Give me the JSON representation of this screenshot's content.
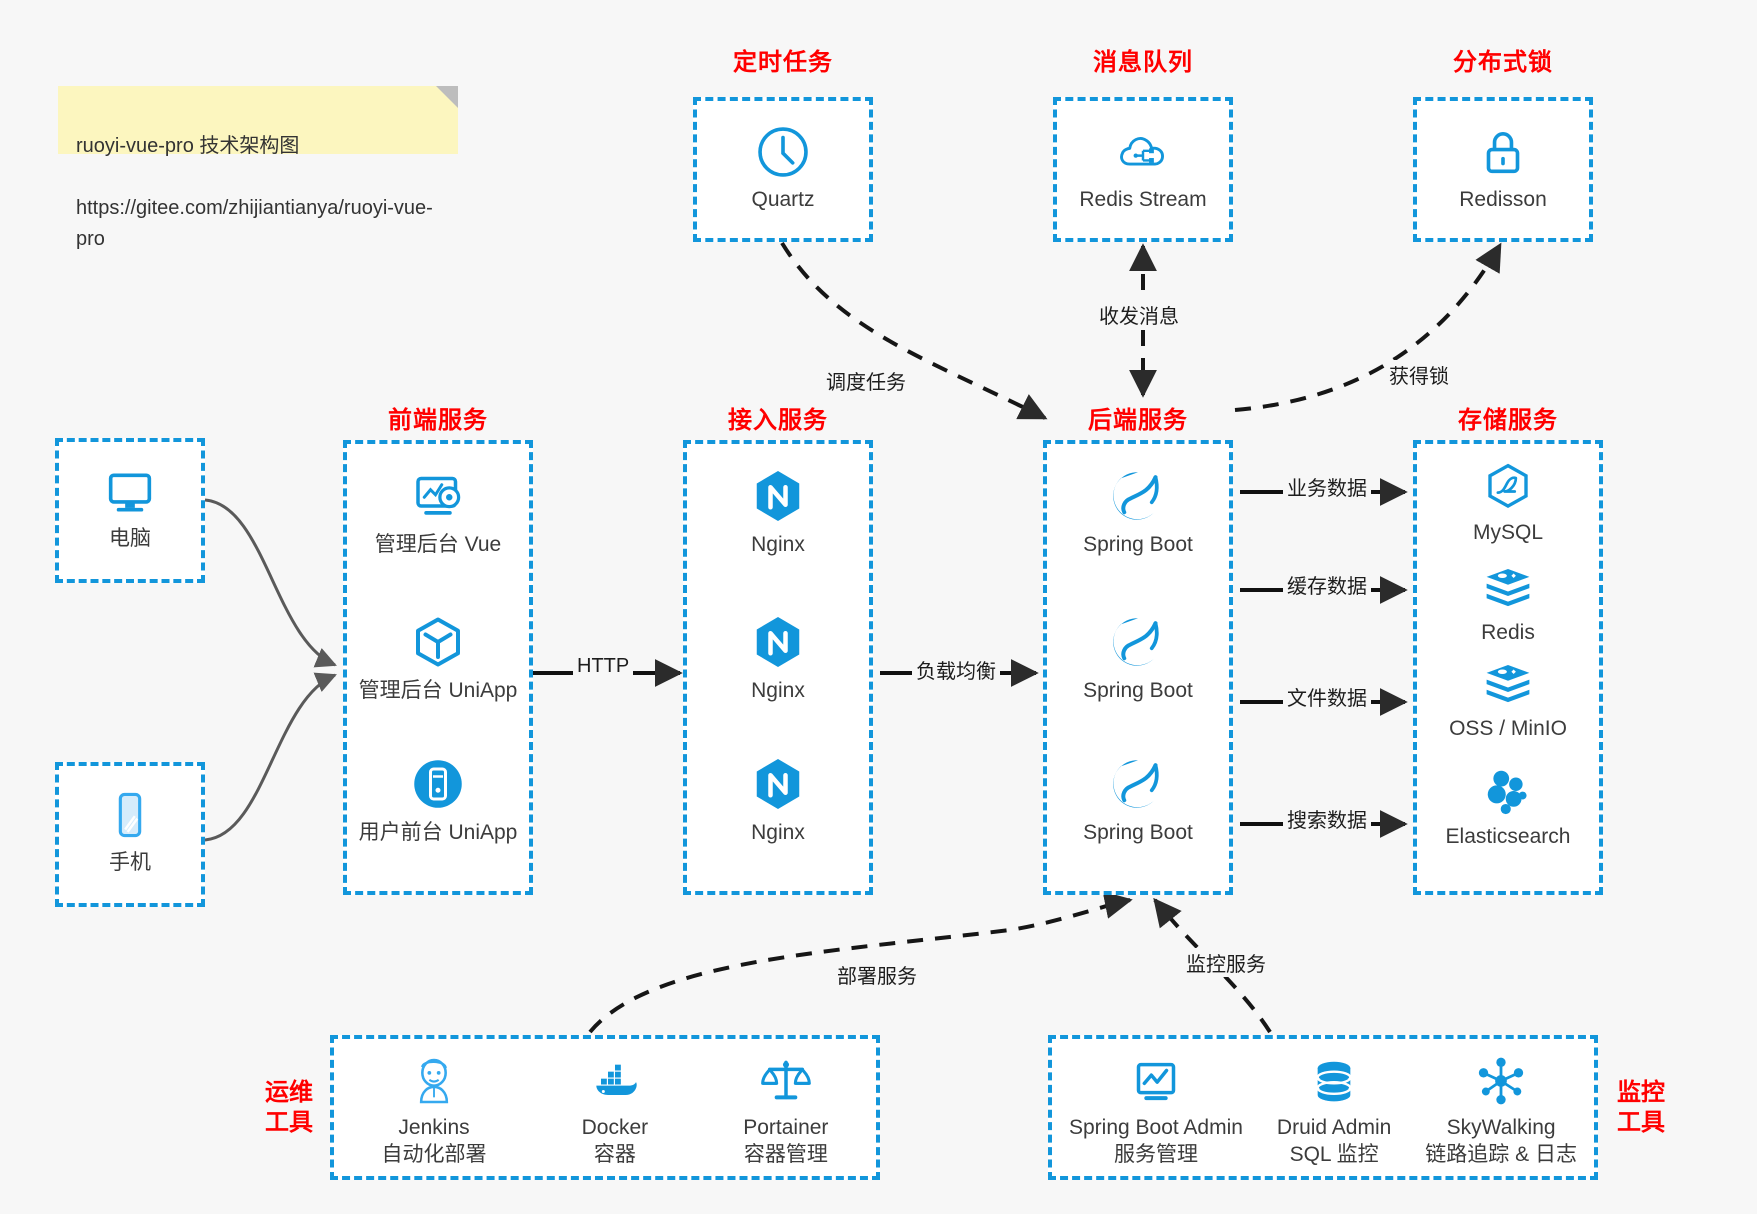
{
  "note": {
    "line1": "ruoyi-vue-pro 技术架构图",
    "line2": "https://gitee.com/zhijiantianya/ruoyi-vue-pro"
  },
  "groups": {
    "scheduled_task": {
      "title": "定时任务",
      "nodes": [
        {
          "label": "Quartz",
          "icon": "clock-icon"
        }
      ]
    },
    "message_queue": {
      "title": "消息队列",
      "nodes": [
        {
          "label": "Redis Stream",
          "icon": "cloud-stream-icon"
        }
      ]
    },
    "distributed_lock": {
      "title": "分布式锁",
      "nodes": [
        {
          "label": "Redisson",
          "icon": "lock-icon"
        }
      ]
    },
    "clients": {
      "computer": {
        "label": "电脑",
        "icon": "monitor-icon"
      },
      "phone": {
        "label": "手机",
        "icon": "phone-icon"
      }
    },
    "frontend": {
      "title": "前端服务",
      "nodes": [
        {
          "label": "管理后台 Vue",
          "icon": "dashboard-gear-icon"
        },
        {
          "label": "管理后台 UniApp",
          "icon": "uniapp-cube-icon"
        },
        {
          "label": "用户前台 UniApp",
          "icon": "mobile-app-icon"
        }
      ]
    },
    "gateway": {
      "title": "接入服务",
      "nodes": [
        {
          "label": "Nginx",
          "icon": "nginx-icon"
        },
        {
          "label": "Nginx",
          "icon": "nginx-icon"
        },
        {
          "label": "Nginx",
          "icon": "nginx-icon"
        }
      ]
    },
    "backend": {
      "title": "后端服务",
      "nodes": [
        {
          "label": "Spring Boot",
          "icon": "spring-boot-icon"
        },
        {
          "label": "Spring Boot",
          "icon": "spring-boot-icon"
        },
        {
          "label": "Spring Boot",
          "icon": "spring-boot-icon"
        }
      ]
    },
    "storage": {
      "title": "存储服务",
      "nodes": [
        {
          "label": "MySQL",
          "icon": "mysql-icon"
        },
        {
          "label": "Redis",
          "icon": "redis-icon"
        },
        {
          "label": "OSS / MinIO",
          "icon": "oss-minio-icon"
        },
        {
          "label": "Elasticsearch",
          "icon": "elasticsearch-icon"
        }
      ]
    },
    "devops": {
      "title": "运维\n工具",
      "nodes": [
        {
          "label": "Jenkins",
          "sub": "自动化部署",
          "icon": "jenkins-icon"
        },
        {
          "label": "Docker",
          "sub": "容器",
          "icon": "docker-icon"
        },
        {
          "label": "Portainer",
          "sub": "容器管理",
          "icon": "scales-icon"
        }
      ]
    },
    "monitoring": {
      "title": "监控\n工具",
      "nodes": [
        {
          "label": "Spring Boot Admin",
          "sub": "服务管理",
          "icon": "monitor-chart-icon"
        },
        {
          "label": "Druid Admin",
          "sub": "SQL 监控",
          "icon": "database-icon"
        },
        {
          "label": "SkyWalking",
          "sub": "链路追踪 & 日志",
          "icon": "skywalking-icon"
        }
      ]
    }
  },
  "edges": {
    "http": "HTTP",
    "load_balance": "负载均衡",
    "schedule_task": "调度任务",
    "send_receive_message": "收发消息",
    "acquire_lock": "获得锁",
    "business_data": "业务数据",
    "cache_data": "缓存数据",
    "file_data": "文件数据",
    "search_data": "搜索数据",
    "deploy_service": "部署服务",
    "monitor_service": "监控服务"
  },
  "colors": {
    "accent_blue": "#1296db",
    "title_red": "#ff0000",
    "note_yellow": "#fcf6bf",
    "background": "#f7f7f7",
    "text_dark": "#3c3c3c"
  }
}
